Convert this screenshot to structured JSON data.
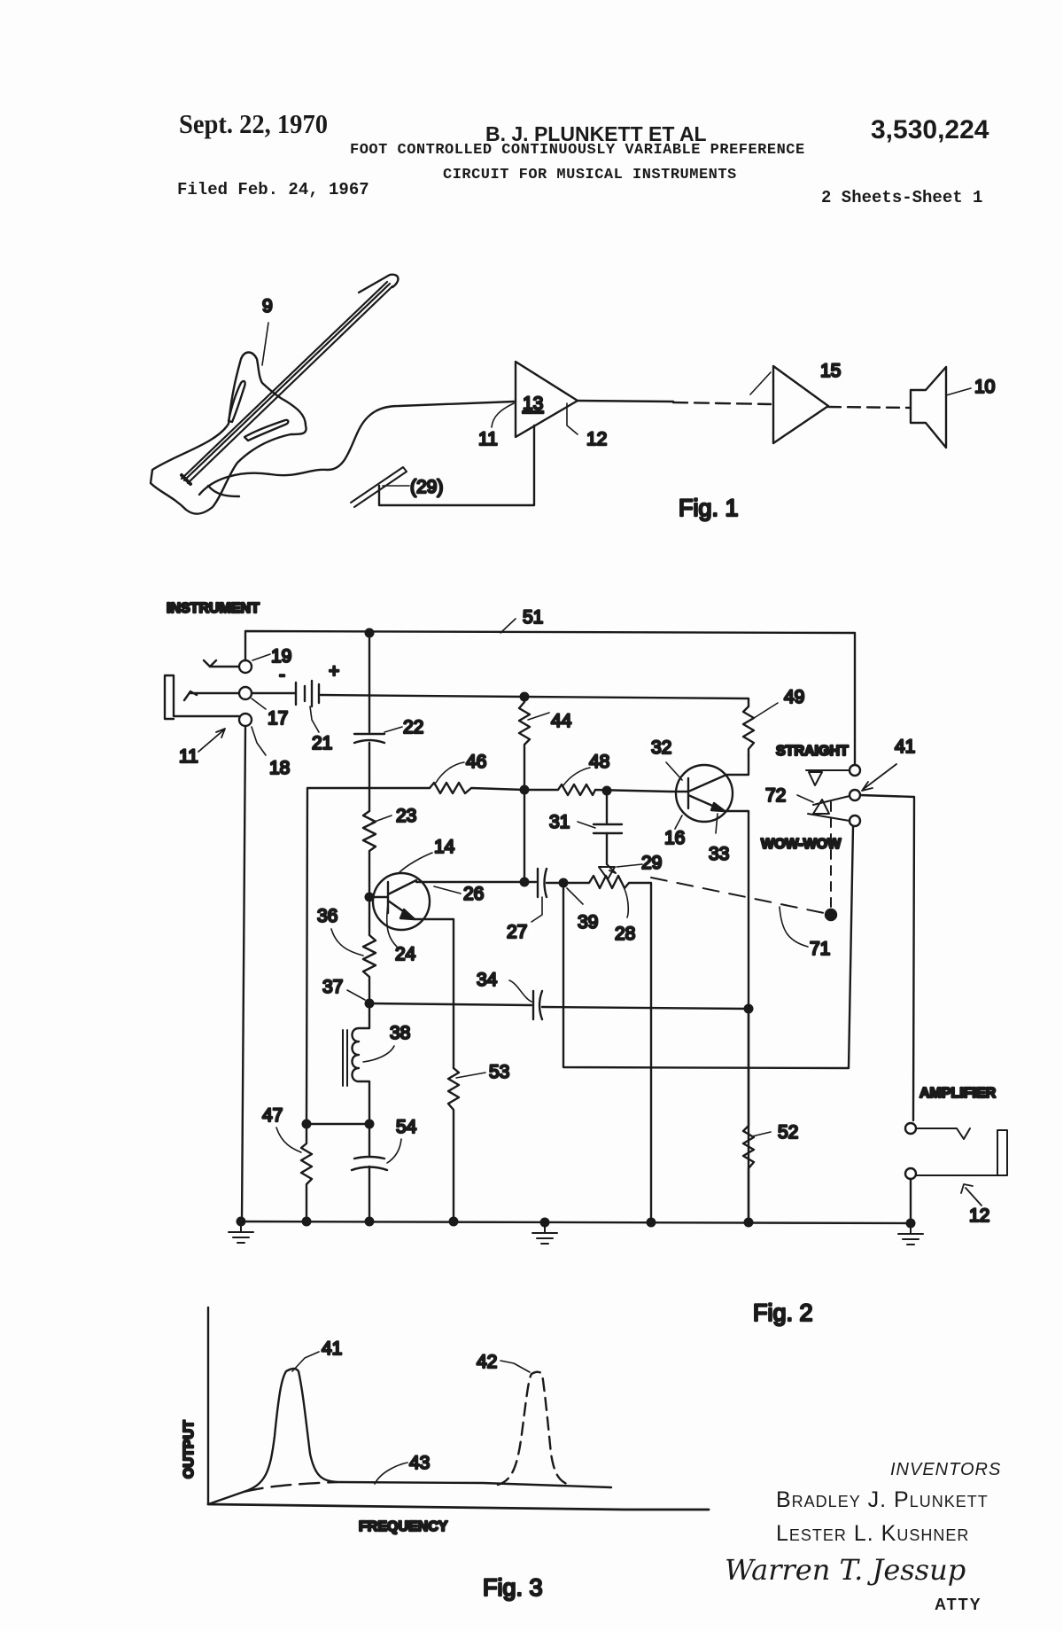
{
  "header": {
    "date": "Sept. 22, 1970",
    "inventor_short": "B. J. PLUNKETT  ET AL",
    "patent_number": "3,530,224",
    "title_line1": "FOOT CONTROLLED CONTINUOUSLY VARIABLE PREFERENCE",
    "title_line2": "CIRCUIT FOR MUSICAL INSTRUMENTS",
    "filed": "Filed Feb. 24, 1967",
    "sheets": "2 Sheets-Sheet 1"
  },
  "fig1": {
    "caption": "Fig. 1",
    "labels": {
      "guitar": "9",
      "input": "11",
      "preamp": "13",
      "output": "12",
      "pedal": "(29)",
      "amplifier": "15",
      "speaker": "10"
    }
  },
  "fig2": {
    "caption": "Fig. 2",
    "instrument_label": "INSTRUMENT",
    "amplifier_label": "AMPLIFIER",
    "switch_straight": "STRAIGHT",
    "switch_wow": "WOW-WOW",
    "minus": "-",
    "plus": "+",
    "labels": {
      "n51": "51",
      "n19": "19",
      "n17": "17",
      "n18": "18",
      "n11": "11",
      "n21": "21",
      "n22": "22",
      "n44": "44",
      "n49": "49",
      "n46": "46",
      "n48": "48",
      "n32": "32",
      "n41": "41",
      "n72": "72",
      "n16": "16",
      "n33": "33",
      "n31": "31",
      "n29": "29",
      "n23": "23",
      "n14": "14",
      "n26": "26",
      "n27": "27",
      "n39": "39",
      "n28": "28",
      "n71": "71",
      "n36": "36",
      "n24": "24",
      "n34": "34",
      "n37": "37",
      "n38": "38",
      "n53": "53",
      "n47": "47",
      "n54": "54",
      "n52": "52",
      "n12": "12"
    }
  },
  "fig3": {
    "caption": "Fig. 3",
    "ylabel": "OUTPUT",
    "xlabel": "FREQUENCY",
    "peak1_label": "41",
    "peak2_label": "42",
    "baseline_label": "43"
  },
  "inventors": {
    "heading": "INVENTORS",
    "name1": "Bradley J. Plunkett",
    "name2": "Lester L. Kushner",
    "signature": "Warren T. Jessup",
    "atty": "ATTY"
  }
}
